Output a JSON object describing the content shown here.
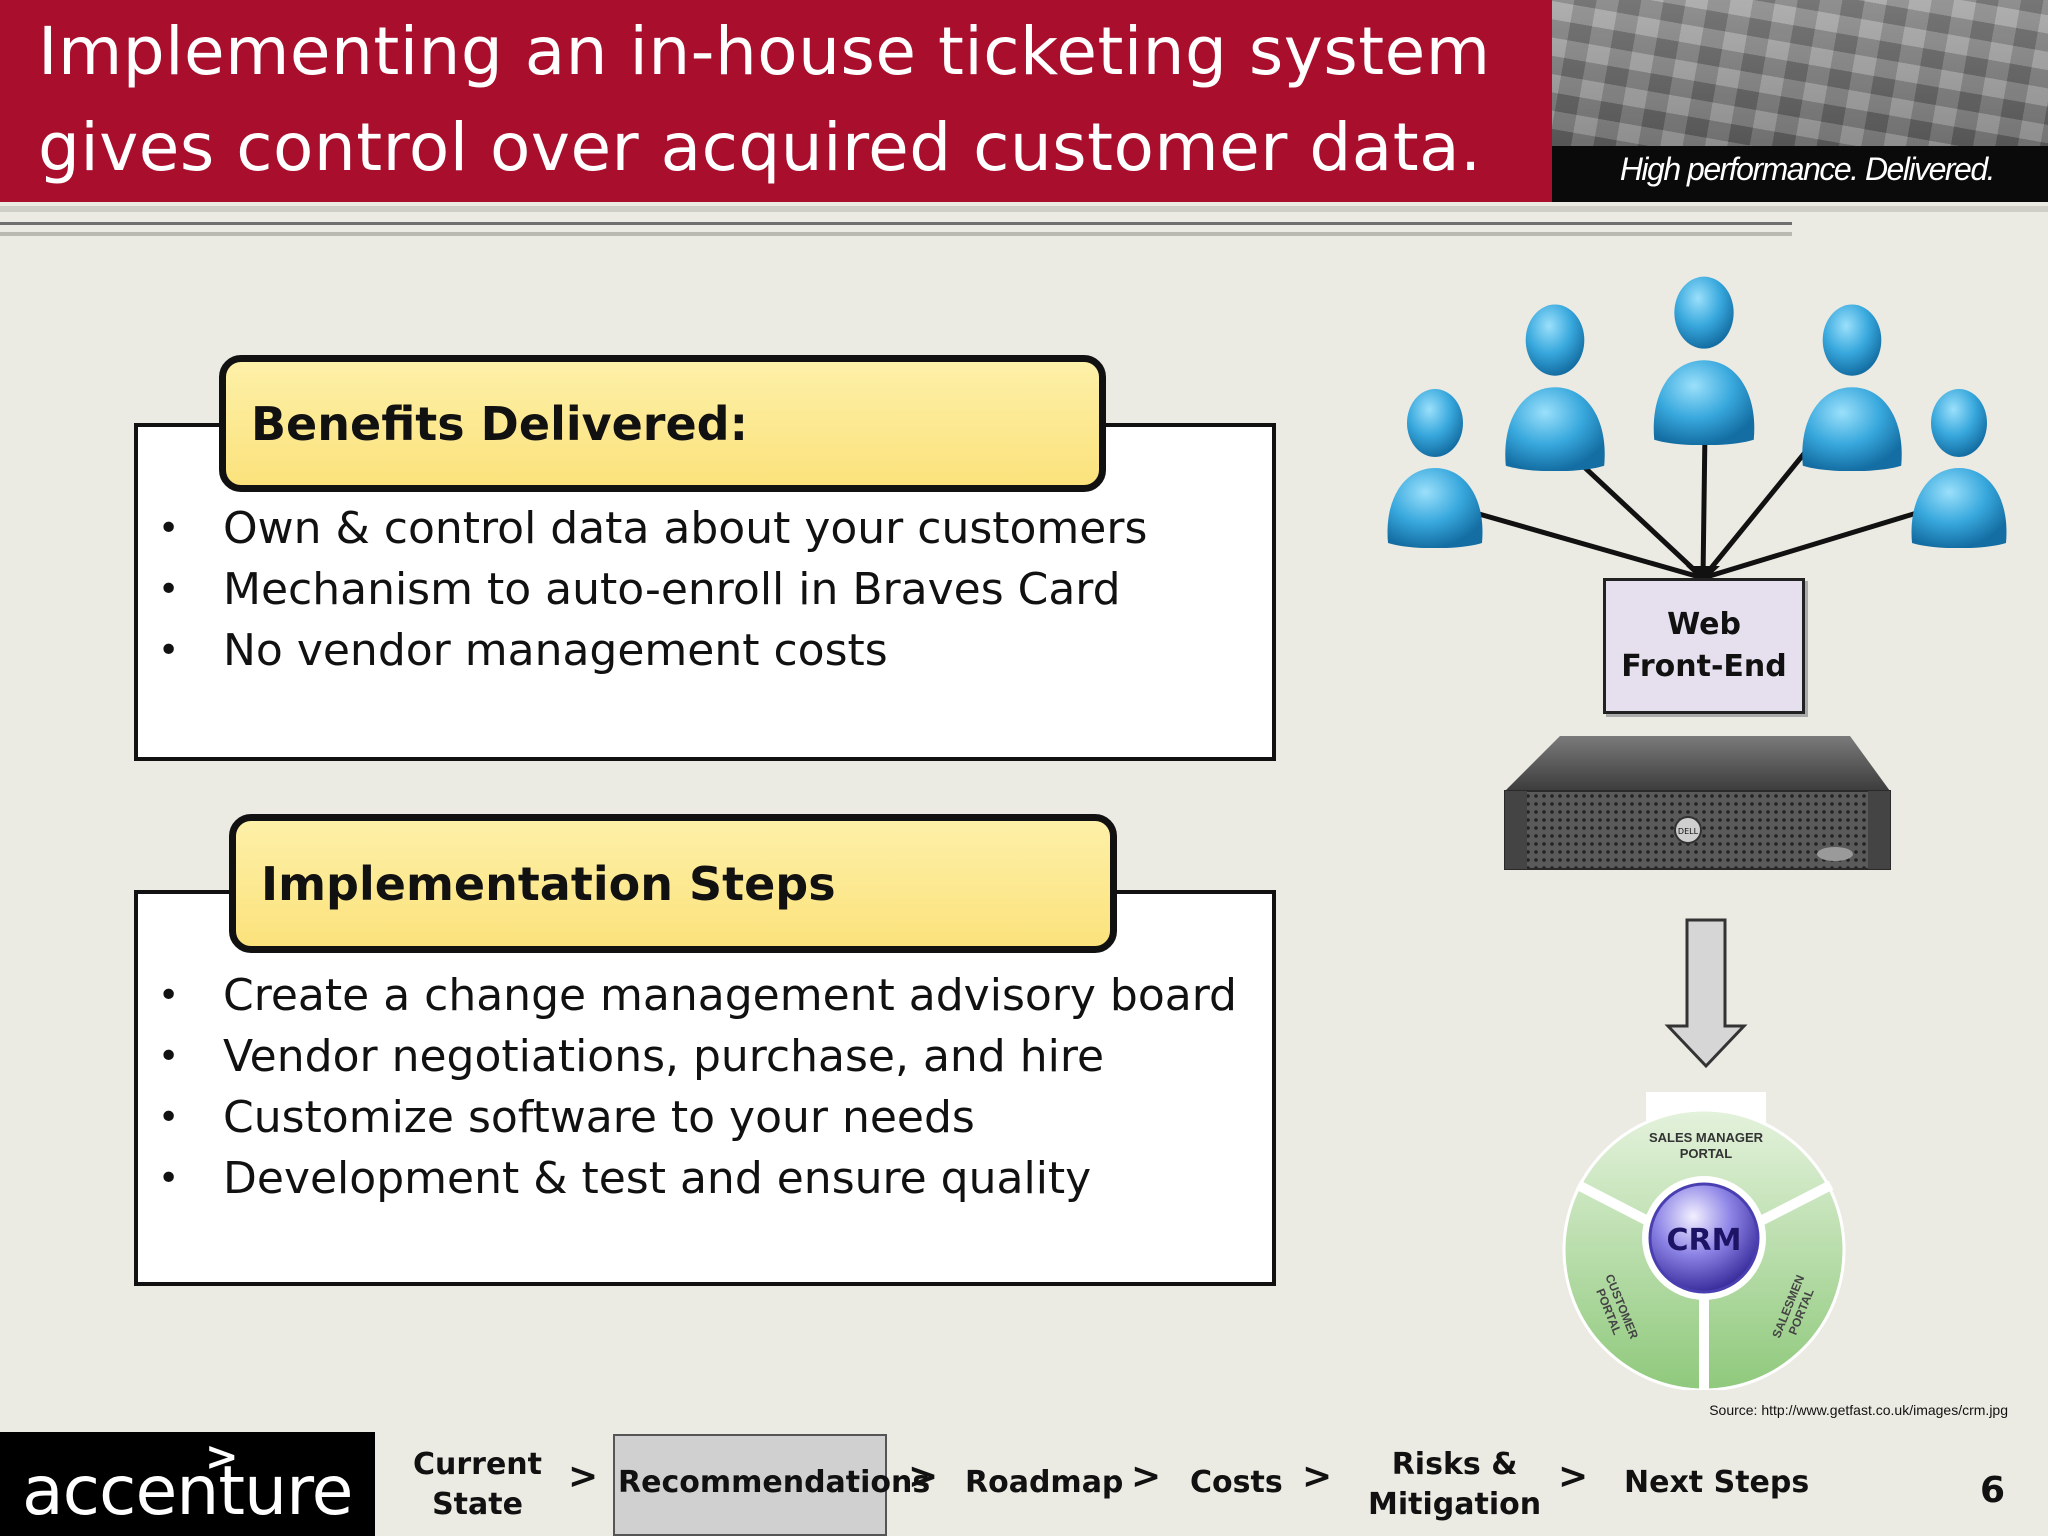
{
  "header": {
    "title_line1": "Implementing an in-house ticketing system",
    "title_line2": "gives control over acquired customer data.",
    "tagline": "High performance. Delivered.",
    "brand_color": "#a90f2c"
  },
  "benefits": {
    "heading": "Benefits Delivered:",
    "items": [
      "Own & control data about your customers",
      "Mechanism to auto-enroll in Braves Card",
      "No vendor management costs"
    ]
  },
  "steps": {
    "heading": "Implementation Steps",
    "items": [
      "Create a change management advisory board",
      "Vendor negotiations, purchase, and hire",
      "Customize software to your needs",
      "Development & test and ensure quality"
    ]
  },
  "diagram": {
    "web_line1": "Web",
    "web_line2": "Front-End",
    "server_brand": "DELL",
    "crm_center": "CRM",
    "crm_top_line1": "SALES MANAGER",
    "crm_top_line2": "PORTAL",
    "crm_left_line1": "CUSTOMER",
    "crm_left_line2": "PORTAL",
    "crm_right_line1": "SALESMEN",
    "crm_right_line2": "PORTAL",
    "source": "Source: http://www.getfast.co.uk/images/crm.jpg"
  },
  "footer": {
    "logo_text": "accenture",
    "logo_mark": ">",
    "nav": {
      "current_line1": "Current",
      "current_line2": "State",
      "recommendations": "Recommendations",
      "roadmap": "Roadmap",
      "costs": "Costs",
      "risks_line1": "Risks &",
      "risks_line2": "Mitigation",
      "next_steps": "Next Steps",
      "separator": ">"
    },
    "page_number": "6"
  }
}
